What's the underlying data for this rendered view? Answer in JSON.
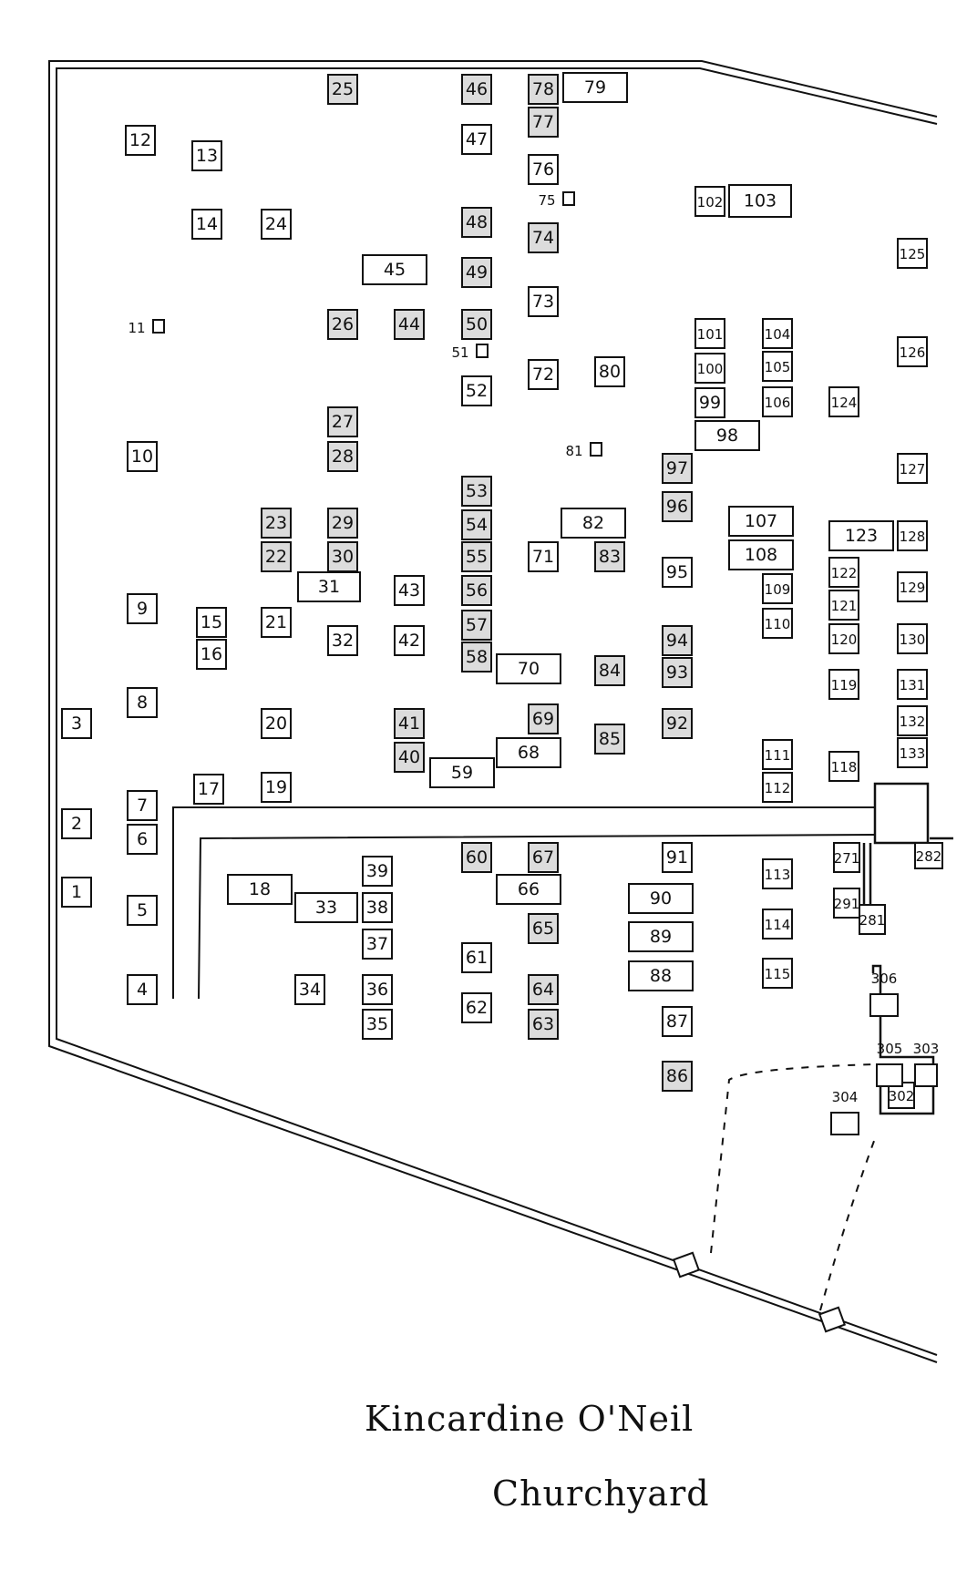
{
  "title_line1": "Kincardine O'Neil",
  "title_line2": "Churchyard",
  "colors": {
    "ink": "#111111",
    "shaded": "#dcdcdc",
    "paper": "#ffffff"
  },
  "plots": [
    {
      "id": "1"
    },
    {
      "id": "2"
    },
    {
      "id": "3"
    },
    {
      "id": "4"
    },
    {
      "id": "5"
    },
    {
      "id": "6"
    },
    {
      "id": "7"
    },
    {
      "id": "8"
    },
    {
      "id": "9"
    },
    {
      "id": "10"
    },
    {
      "id": "11"
    },
    {
      "id": "12"
    },
    {
      "id": "13"
    },
    {
      "id": "14"
    },
    {
      "id": "15"
    },
    {
      "id": "16"
    },
    {
      "id": "17"
    },
    {
      "id": "18"
    },
    {
      "id": "19"
    },
    {
      "id": "20"
    },
    {
      "id": "21"
    },
    {
      "id": "22"
    },
    {
      "id": "23"
    },
    {
      "id": "24"
    },
    {
      "id": "25"
    },
    {
      "id": "26"
    },
    {
      "id": "27"
    },
    {
      "id": "28"
    },
    {
      "id": "29"
    },
    {
      "id": "30"
    },
    {
      "id": "31"
    },
    {
      "id": "32"
    },
    {
      "id": "33"
    },
    {
      "id": "34"
    },
    {
      "id": "35"
    },
    {
      "id": "36"
    },
    {
      "id": "37"
    },
    {
      "id": "38"
    },
    {
      "id": "39"
    },
    {
      "id": "40"
    },
    {
      "id": "41"
    },
    {
      "id": "42"
    },
    {
      "id": "43"
    },
    {
      "id": "44"
    },
    {
      "id": "45"
    },
    {
      "id": "46"
    },
    {
      "id": "47"
    },
    {
      "id": "48"
    },
    {
      "id": "49"
    },
    {
      "id": "50"
    },
    {
      "id": "51"
    },
    {
      "id": "52"
    },
    {
      "id": "53"
    },
    {
      "id": "54"
    },
    {
      "id": "55"
    },
    {
      "id": "56"
    },
    {
      "id": "57"
    },
    {
      "id": "58"
    },
    {
      "id": "59"
    },
    {
      "id": "60"
    },
    {
      "id": "61"
    },
    {
      "id": "62"
    },
    {
      "id": "63"
    },
    {
      "id": "64"
    },
    {
      "id": "65"
    },
    {
      "id": "66"
    },
    {
      "id": "67"
    },
    {
      "id": "68"
    },
    {
      "id": "69"
    },
    {
      "id": "70"
    },
    {
      "id": "71"
    },
    {
      "id": "72"
    },
    {
      "id": "73"
    },
    {
      "id": "74"
    },
    {
      "id": "75"
    },
    {
      "id": "76"
    },
    {
      "id": "77"
    },
    {
      "id": "78"
    },
    {
      "id": "79"
    },
    {
      "id": "80"
    },
    {
      "id": "81"
    },
    {
      "id": "82"
    },
    {
      "id": "83"
    },
    {
      "id": "84"
    },
    {
      "id": "85"
    },
    {
      "id": "86"
    },
    {
      "id": "87"
    },
    {
      "id": "88"
    },
    {
      "id": "89"
    },
    {
      "id": "90"
    },
    {
      "id": "91"
    },
    {
      "id": "92"
    },
    {
      "id": "93"
    },
    {
      "id": "94"
    },
    {
      "id": "95"
    },
    {
      "id": "96"
    },
    {
      "id": "97"
    },
    {
      "id": "98"
    },
    {
      "id": "99"
    },
    {
      "id": "100"
    },
    {
      "id": "101"
    },
    {
      "id": "102"
    },
    {
      "id": "103"
    },
    {
      "id": "104"
    },
    {
      "id": "105"
    },
    {
      "id": "106"
    },
    {
      "id": "107"
    },
    {
      "id": "108"
    },
    {
      "id": "109"
    },
    {
      "id": "110"
    },
    {
      "id": "111"
    },
    {
      "id": "112"
    },
    {
      "id": "113"
    },
    {
      "id": "114"
    },
    {
      "id": "115"
    },
    {
      "id": "118"
    },
    {
      "id": "119"
    },
    {
      "id": "120"
    },
    {
      "id": "121"
    },
    {
      "id": "122"
    },
    {
      "id": "123"
    },
    {
      "id": "124"
    },
    {
      "id": "125"
    },
    {
      "id": "126"
    },
    {
      "id": "127"
    },
    {
      "id": "128"
    },
    {
      "id": "129"
    },
    {
      "id": "130"
    },
    {
      "id": "131"
    },
    {
      "id": "132"
    },
    {
      "id": "133"
    },
    {
      "id": "271"
    },
    {
      "id": "281"
    },
    {
      "id": "282"
    },
    {
      "id": "291"
    },
    {
      "id": "302"
    },
    {
      "id": "303"
    },
    {
      "id": "304"
    },
    {
      "id": "305"
    },
    {
      "id": "306"
    }
  ]
}
